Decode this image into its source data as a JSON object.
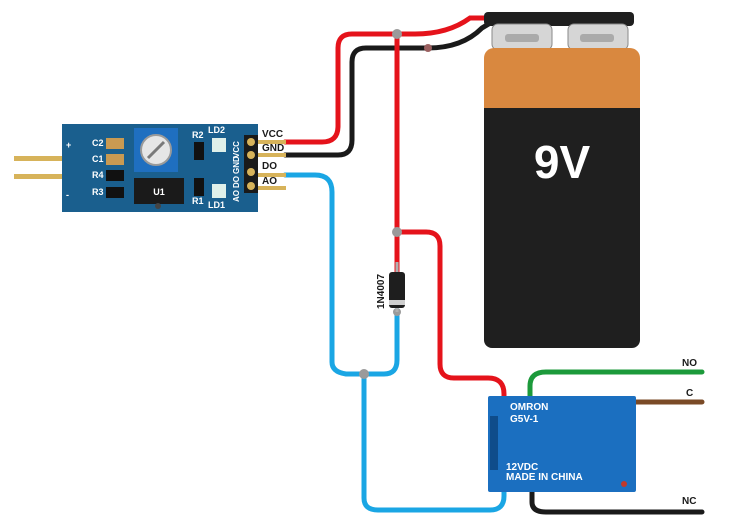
{
  "battery": {
    "label": "9V"
  },
  "sensor": {
    "pins": [
      "VCC",
      "GND",
      "DO",
      "AO"
    ],
    "board_pin_labels": [
      "VCC",
      "GND",
      "DO",
      "AO"
    ],
    "components": {
      "c2": "C2",
      "c1": "C1",
      "r4": "R4",
      "r3": "R3",
      "u1": "U1",
      "r2": "R2",
      "r1": "R1",
      "ld2": "LD2",
      "ld1": "LD1"
    },
    "header_plus": "+",
    "header_minus": "-"
  },
  "diode": {
    "label": "1N4007"
  },
  "relay": {
    "brand": "OMRON",
    "model": "G5V-1",
    "voltage": "12VDC",
    "origin": "MADE IN CHINA",
    "terminals": {
      "no": "NO",
      "c": "C",
      "nc": "NC"
    }
  },
  "colors": {
    "wire_red": "#e5131b",
    "wire_black": "#1a1a1a",
    "wire_blue": "#1aa6e4",
    "wire_green": "#1c9a3b",
    "wire_brown": "#7a4a26",
    "pcb": "#1a5f8e",
    "relay": "#1b6fc0",
    "battery_copper": "#d9883f",
    "battery_body": "#1f1f1f"
  }
}
